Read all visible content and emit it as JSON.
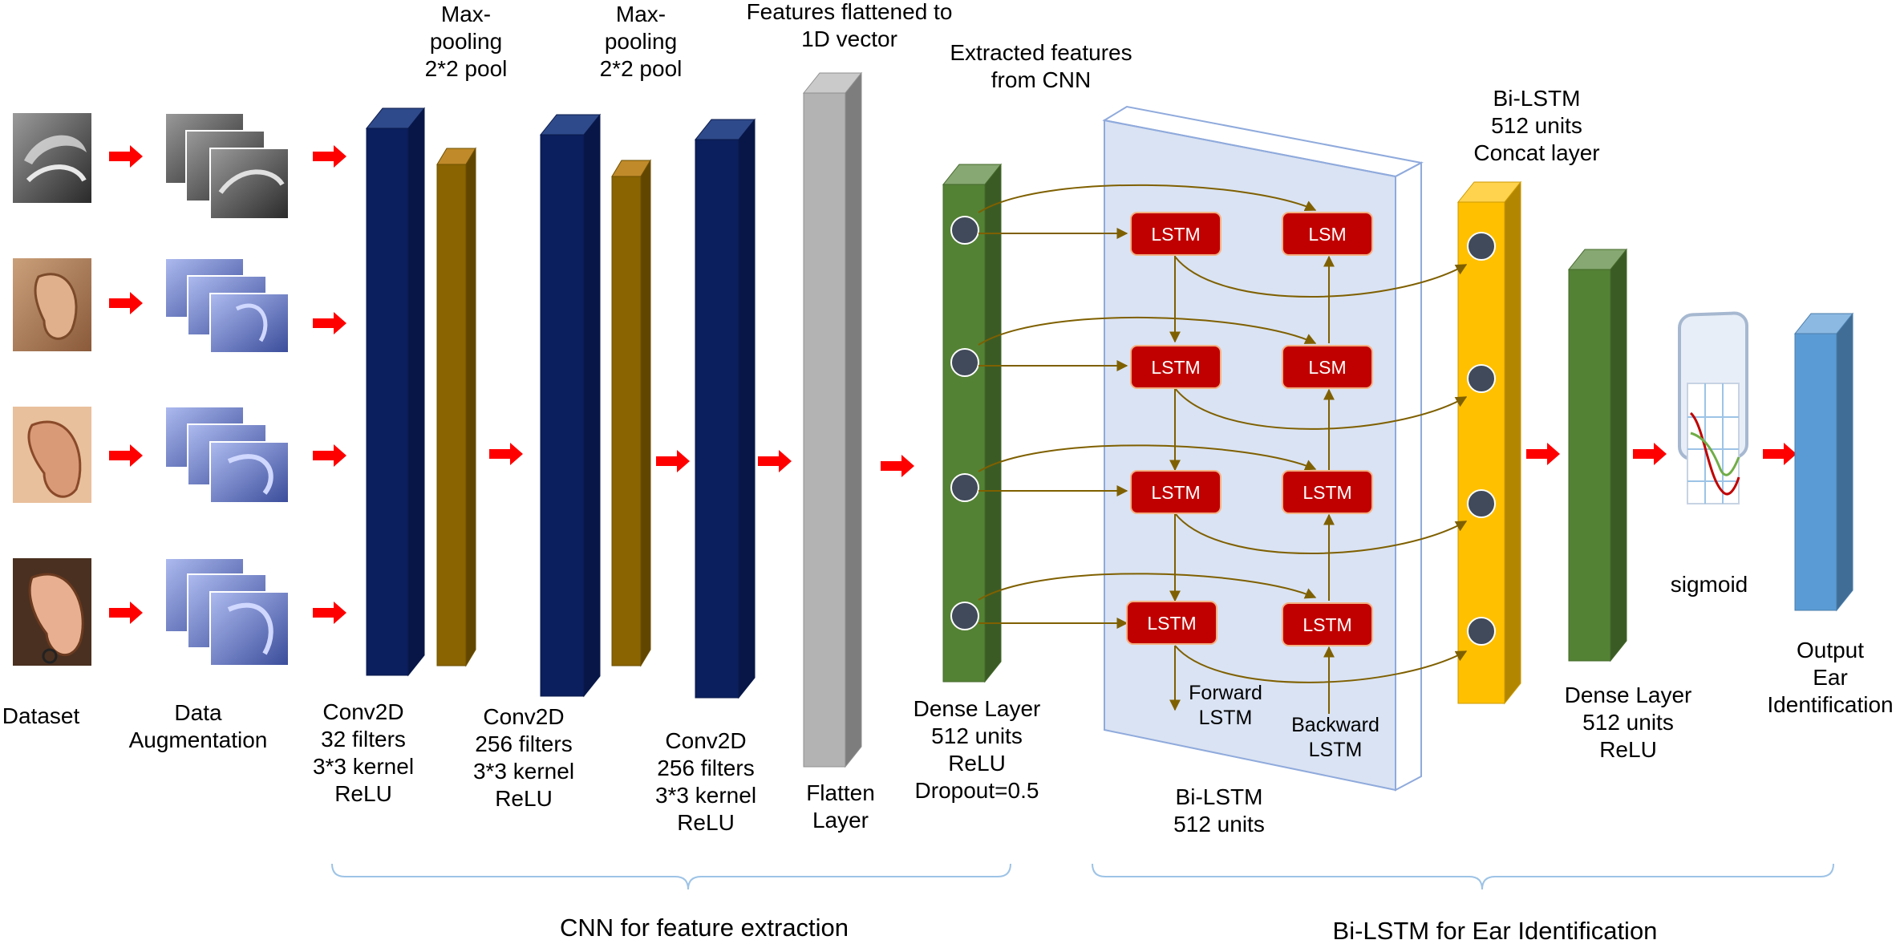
{
  "colors": {
    "conv_front": "#0b1f5e",
    "conv_top": "#2f4a8a",
    "conv_side": "#071647",
    "pool_front": "#8a6400",
    "pool_top": "#c08a2a",
    "flatten_front": "#b3b3b3",
    "dense_front": "#548235",
    "concat_front": "#ffc000",
    "output_front": "#5b9bd5",
    "lstm_box": "#c00000",
    "arrow_red": "#ff0000",
    "connector": "#7f6000",
    "brace": "#9dc3e6",
    "bilstm_panel": "#dae3f3"
  },
  "labels": {
    "dataset": [
      "Dataset"
    ],
    "augmentation": [
      "Data",
      "Augmentation"
    ],
    "conv1": [
      "Conv2D",
      "32 filters",
      "3*3 kernel",
      "ReLU"
    ],
    "pool1": [
      "Max-",
      "pooling",
      "2*2 pool"
    ],
    "conv2": [
      "Conv2D",
      "256 filters",
      "3*3 kernel",
      "ReLU"
    ],
    "pool2": [
      "Max-",
      "pooling",
      "2*2 pool"
    ],
    "conv3": [
      "Conv2D",
      "256 filters",
      "3*3 kernel",
      "ReLU"
    ],
    "flatten_top": [
      "Features flattened to",
      "1D vector"
    ],
    "flatten_bottom": [
      "Flatten",
      "Layer"
    ],
    "extracted": [
      "Extracted features",
      "from CNN"
    ],
    "dense1": [
      "Dense Layer",
      "512 units",
      "ReLU",
      "Dropout=0.5"
    ],
    "bilstm_top": [
      "Bi-LSTM",
      "512 units",
      "Concat layer"
    ],
    "bilstm_bottom": [
      "Bi-LSTM",
      "512 units"
    ],
    "forward": [
      "Forward",
      "LSTM"
    ],
    "backward": [
      "Backward",
      "LSTM"
    ],
    "dense2": [
      "Dense Layer",
      "512 units",
      "ReLU"
    ],
    "sigmoid": [
      "sigmoid"
    ],
    "output": [
      "Output",
      "Ear",
      "Identification"
    ],
    "cnn_group": [
      "CNN for feature extraction"
    ],
    "bilstm_group": [
      "Bi-LSTM for Ear Identification"
    ]
  },
  "lstm_cells": {
    "forward": [
      "LSTM",
      "LSTM",
      "LSTM",
      "LSTM"
    ],
    "backward": [
      "LSM",
      "LSM",
      "LSTM",
      "LSTM"
    ]
  }
}
